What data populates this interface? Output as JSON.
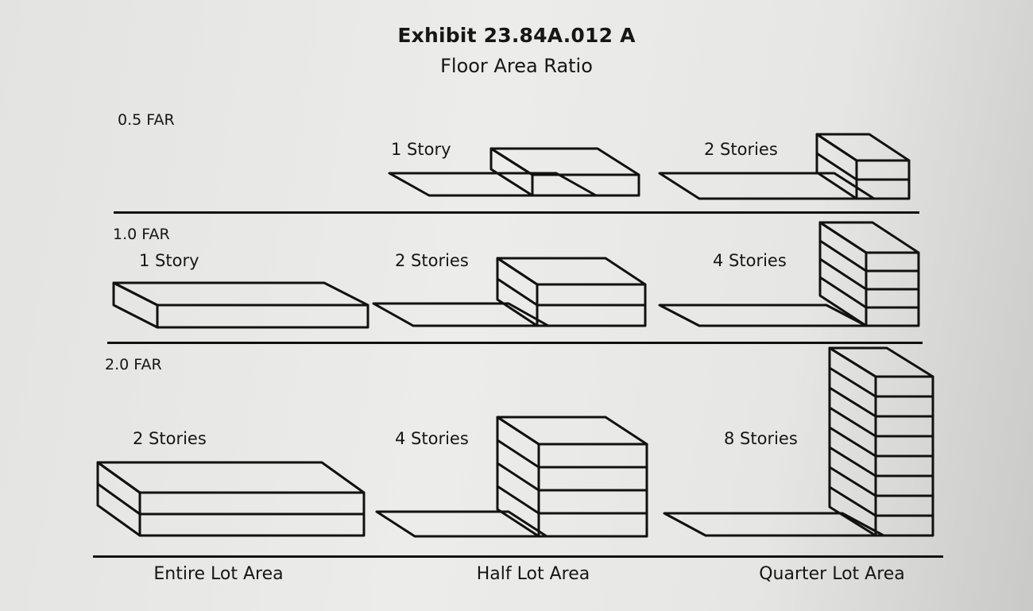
{
  "exhibit": {
    "title": "Exhibit 23.84A.012 A",
    "subtitle": "Floor Area Ratio"
  },
  "rows": [
    {
      "far_label": "0.5 FAR",
      "buildings": [
        {
          "label": "1 Story",
          "stories": 1,
          "lot_coverage": "half"
        },
        {
          "label": "2 Stories",
          "stories": 2,
          "lot_coverage": "quarter"
        }
      ]
    },
    {
      "far_label": "1.0 FAR",
      "buildings": [
        {
          "label": "1 Story",
          "stories": 1,
          "lot_coverage": "entire"
        },
        {
          "label": "2 Stories",
          "stories": 2,
          "lot_coverage": "half"
        },
        {
          "label": "4 Stories",
          "stories": 4,
          "lot_coverage": "quarter"
        }
      ]
    },
    {
      "far_label": "2.0 FAR",
      "buildings": [
        {
          "label": "2 Stories",
          "stories": 2,
          "lot_coverage": "entire"
        },
        {
          "label": "4 Stories",
          "stories": 4,
          "lot_coverage": "half"
        },
        {
          "label": "8 Stories",
          "stories": 8,
          "lot_coverage": "quarter"
        }
      ]
    }
  ],
  "columns": [
    "Entire Lot Area",
    "Half Lot Area",
    "Quarter Lot Area"
  ]
}
